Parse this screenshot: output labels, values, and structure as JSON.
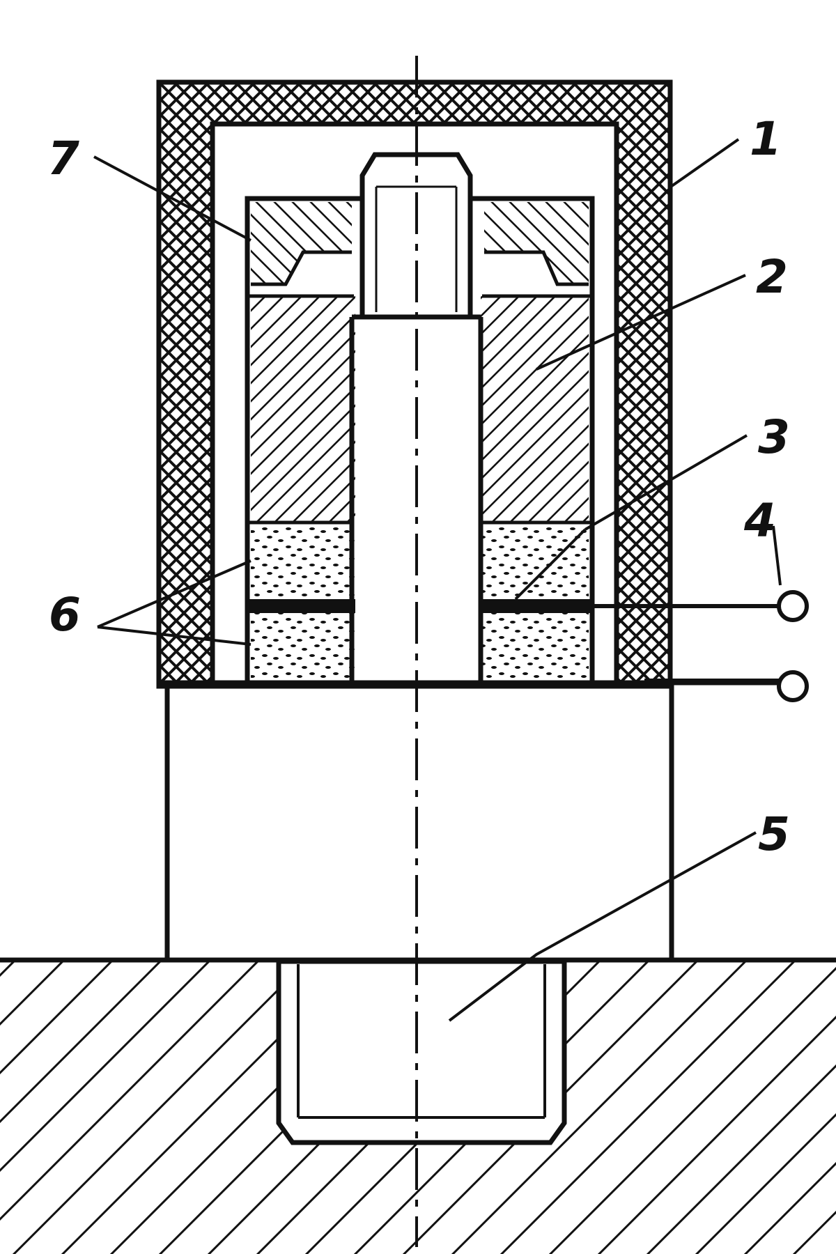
{
  "diagram": {
    "callouts": [
      {
        "id": "housing",
        "label": "1"
      },
      {
        "id": "seismic-mass",
        "label": "2"
      },
      {
        "id": "electrode",
        "label": "3"
      },
      {
        "id": "output-terminals",
        "label": "4"
      },
      {
        "id": "mounting-stud",
        "label": "5"
      },
      {
        "id": "piezo-elements",
        "label": "6"
      },
      {
        "id": "clamp-nut",
        "label": "7"
      }
    ],
    "colors": {
      "ink": "#111111",
      "paper": "#ffffff"
    }
  }
}
